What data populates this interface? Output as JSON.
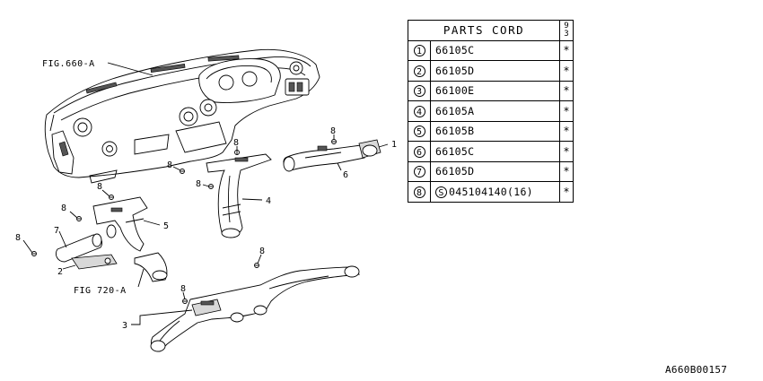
{
  "diagram": {
    "fig_labels": {
      "fig_660a": "FIG.660-A",
      "fig_720a": "FIG 720-A"
    },
    "callouts": {
      "c1": "1",
      "c2": "2",
      "c3": "3",
      "c4": "4",
      "c5": "5",
      "c6": "6",
      "c7": "7",
      "c8": "8"
    }
  },
  "parts_table": {
    "title": "PARTS CORD",
    "year_top": "9",
    "year_bottom": "3",
    "rows": [
      {
        "num": "1",
        "code": "66105C",
        "prefix": "",
        "mark": "*"
      },
      {
        "num": "2",
        "code": "66105D",
        "prefix": "",
        "mark": "*"
      },
      {
        "num": "3",
        "code": "66100E",
        "prefix": "",
        "mark": "*"
      },
      {
        "num": "4",
        "code": "66105A",
        "prefix": "",
        "mark": "*"
      },
      {
        "num": "5",
        "code": "66105B",
        "prefix": "",
        "mark": "*"
      },
      {
        "num": "6",
        "code": "66105C",
        "prefix": "",
        "mark": "*"
      },
      {
        "num": "7",
        "code": "66105D",
        "prefix": "",
        "mark": "*"
      },
      {
        "num": "8",
        "code": "045104140(16)",
        "prefix": "S",
        "mark": "*"
      }
    ]
  },
  "reference_code": "A660B00157"
}
